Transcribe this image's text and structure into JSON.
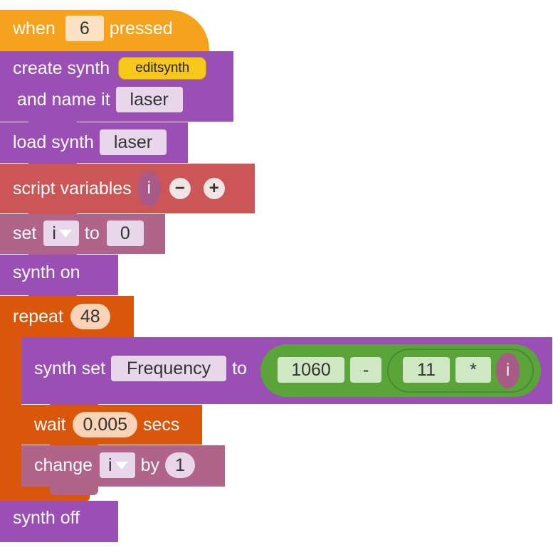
{
  "hat": {
    "when": "when",
    "key": "6",
    "pressed": "pressed"
  },
  "create": {
    "label": "create synth",
    "synth_type": "editsynth",
    "name_label": "and name it",
    "name_value": "laser"
  },
  "load": {
    "label": "load synth",
    "name_value": "laser"
  },
  "script_vars": {
    "label": "script variables",
    "var": "i",
    "minus": "−",
    "plus": "+"
  },
  "set_var": {
    "label": "set",
    "var": "i",
    "to": "to",
    "value": "0"
  },
  "synth_on": {
    "label": "synth on"
  },
  "repeat": {
    "label": "repeat",
    "count": "48"
  },
  "synth_set": {
    "label": "synth set",
    "param": "Frequency",
    "to": "to",
    "left": "1060",
    "op": "-",
    "mul_left": "11",
    "mul_op": "*",
    "mul_var": "i"
  },
  "wait": {
    "label": "wait",
    "value": "0.005",
    "unit": "secs"
  },
  "change": {
    "label": "change",
    "var": "i",
    "by": "by",
    "value": "1"
  },
  "synth_off": {
    "label": "synth off"
  },
  "colors": {
    "events": "#f5a21c",
    "synth": "#9a4fb4",
    "variables": "#cc5555",
    "var_set": "#b0648a",
    "control": "#d9560a",
    "operators": "#5aa43a",
    "yellow_reporter": "#f7c71a"
  }
}
